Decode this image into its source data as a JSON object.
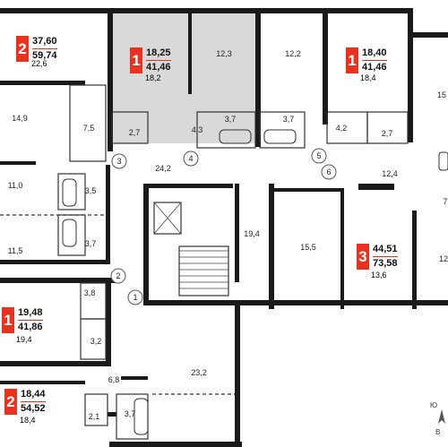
{
  "apartments": [
    {
      "id": "a1",
      "rooms": "2",
      "total": "37,60",
      "living": "59,74",
      "main_room": "22,6"
    },
    {
      "id": "a2",
      "rooms": "1",
      "total": "18,25",
      "living": "41,46",
      "main_room": "18,2"
    },
    {
      "id": "a3",
      "rooms": "1",
      "total": "18,40",
      "living": "41,46",
      "main_room": "18,4"
    },
    {
      "id": "a4",
      "rooms": "3",
      "total": "44,51",
      "living": "73,58",
      "main_room": "13,6"
    },
    {
      "id": "a5",
      "rooms": "1",
      "total": "19,48",
      "living": "41,86",
      "main_room": "19,4"
    },
    {
      "id": "a6",
      "rooms": "2",
      "total": "18,44",
      "living": "54,52",
      "main_room": "18,4"
    }
  ],
  "room_areas": [
    "14,9",
    "7,5",
    "2,7",
    "4,3",
    "3,7",
    "12,3",
    "3,7",
    "12,2",
    "4,2",
    "2,7",
    "15",
    "11,0",
    "3,5",
    "3,7",
    "11,5",
    "24,2",
    "19,4",
    "15,5",
    "12,4",
    "12",
    "3,8",
    "3,2",
    "6,8",
    "23,2",
    "3,7",
    "2,1",
    "7"
  ],
  "entrances": [
    "1",
    "2",
    "3",
    "4",
    "5",
    "6"
  ],
  "compass": {
    "south": "Ю",
    "east": "В"
  },
  "colors": {
    "badge": "#e8311f",
    "wall": "#1a1a1a",
    "highlight": "#d9d9d9"
  }
}
